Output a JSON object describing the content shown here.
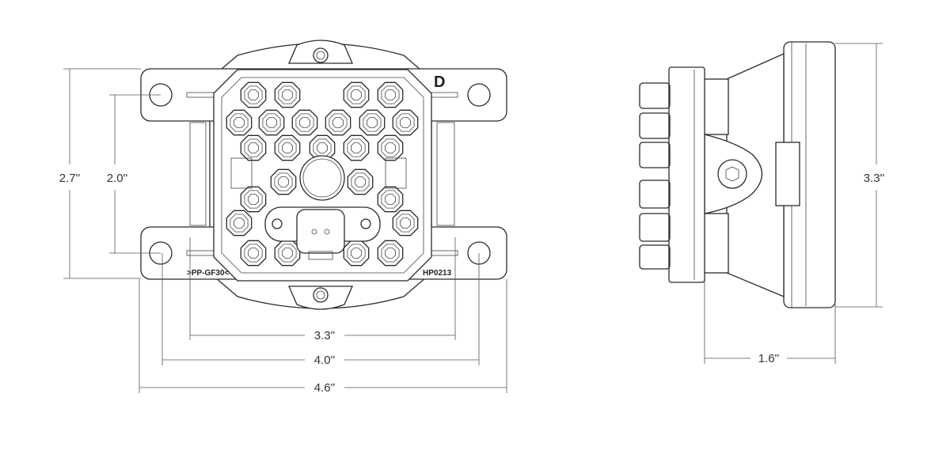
{
  "front_view": {
    "markings": {
      "letter": "D",
      "material": ">PP-GF30<",
      "part_code": "HP0213"
    },
    "dimensions": {
      "overall_height": "2.7''",
      "hole_spacing_vertical": "2.0''",
      "body_width": "3.3''",
      "hole_spacing_horizontal": "4.0''",
      "overall_width": "4.6''"
    }
  },
  "side_view": {
    "dimensions": {
      "overall_height": "3.3''",
      "depth": "1.6''"
    }
  },
  "colors": {
    "line": "#2a2a2a",
    "dimension": "#555555",
    "background": "#ffffff"
  }
}
